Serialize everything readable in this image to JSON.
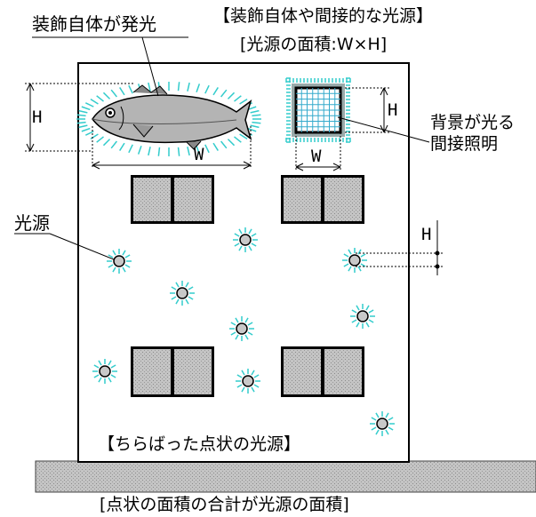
{
  "labels": {
    "self_emitting": "装飾自体が発光",
    "heading_decor": "【装飾自体や間接的な光源】",
    "formula_area": "[光源の面積:W×H]",
    "h_fish": "H",
    "w_fish": "W",
    "h_panel": "H",
    "w_panel": "W",
    "indirect_line1": "背景が光る",
    "indirect_line2": "間接照明",
    "light_source": "光源",
    "h_point": "H",
    "scattered": "【ちらばった点状の光源】",
    "footer_formula": "[点状の面積の合計が光源の面積]"
  },
  "colors": {
    "glow": "#33cccc",
    "window_fill": "#c8c8c8",
    "ground_fill": "#b4b4b4",
    "bulb_fill": "#c8c8c8",
    "fish_fill": "#b0b0b0"
  },
  "icons": [
    "fish-icon",
    "grid-panel-icon",
    "point-light-icon",
    "window-icon"
  ]
}
